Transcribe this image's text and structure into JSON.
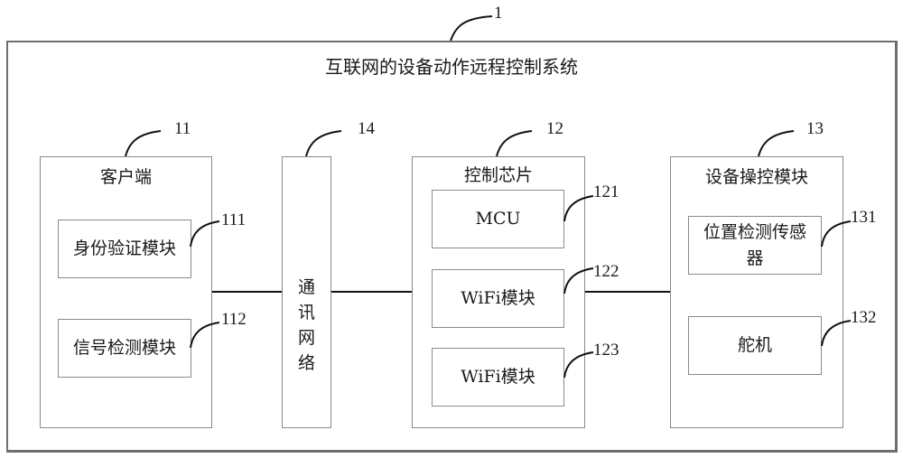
{
  "system": {
    "title": "互联网的设备动作远程控制系统",
    "ref": "1"
  },
  "client": {
    "title": "客户端",
    "ref": "11",
    "modules": [
      {
        "label": "身份验证模块",
        "ref": "111"
      },
      {
        "label": "信号检测模块",
        "ref": "112"
      }
    ]
  },
  "network": {
    "title": "通讯网络",
    "chars": [
      "通",
      "讯",
      "网",
      "络"
    ],
    "ref": "14"
  },
  "chip": {
    "title": "控制芯片",
    "ref": "12",
    "modules": [
      {
        "label": "MCU",
        "ref": "121"
      },
      {
        "label": "WiFi模块",
        "ref": "122"
      },
      {
        "label": "WiFi模块",
        "ref": "123"
      }
    ]
  },
  "device": {
    "title": "设备操控模块",
    "ref": "13",
    "modules": [
      {
        "label": "位置检测传感器",
        "ref": "131"
      },
      {
        "label": "舵机",
        "ref": "132"
      }
    ]
  }
}
